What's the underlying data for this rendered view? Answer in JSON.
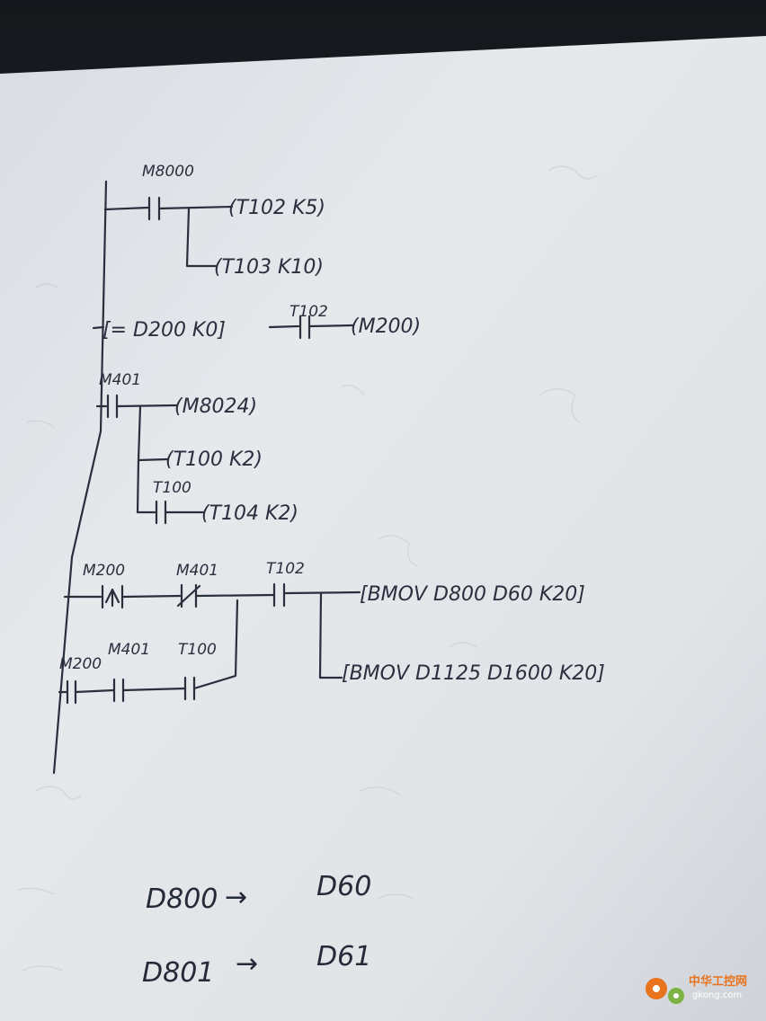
{
  "colors": {
    "ink": "#2a2f3e",
    "paper": "#e4e6ea",
    "background": "#3a3d44",
    "watermark_orange": "#e8731c",
    "watermark_green": "#7cb342"
  },
  "rung1": {
    "contact": "M8000",
    "coil1": "(T102 K5)",
    "coil2": "(T103 K10)"
  },
  "rung2": {
    "compare": "[= D200 K0]",
    "contact": "T102",
    "coil": "(M200)"
  },
  "rung3": {
    "contact": "M401",
    "coil1": "(M8024)",
    "coil2": "(T100 K2)",
    "sub_contact": "T100",
    "coil3": "(T104 K2)"
  },
  "rung4": {
    "contact_a": "M200",
    "contact_b": "M401",
    "contact_c": "T102",
    "instr1": "[BMOV D800 D60 K20]",
    "branch_contact_a": "M200",
    "branch_contact_b": "M401",
    "branch_contact_c": "T100",
    "instr2": "[BMOV D1125 D1600 K20]"
  },
  "notes": [
    {
      "from": "D800",
      "arrow": "→",
      "to": "D60"
    },
    {
      "from": "D801",
      "arrow": "→",
      "to": "D61"
    }
  ],
  "watermark": {
    "name": "中华工控网",
    "url": "gkong.com"
  }
}
